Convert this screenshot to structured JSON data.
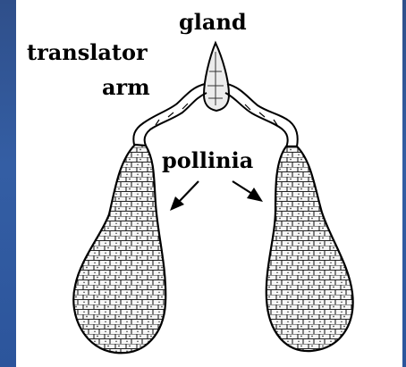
{
  "labels": {
    "gland": "gland",
    "translator": "translator",
    "arm": "arm",
    "pollinia": "pollinia"
  },
  "colors": {
    "background": "#2f4f8a",
    "panel": "#ffffff",
    "ink": "#000000"
  }
}
